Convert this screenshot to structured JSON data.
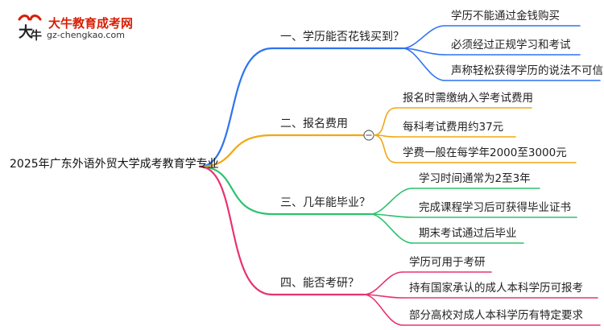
{
  "brand": {
    "logo_icon": "bull-logo-icon",
    "name": "大牛教育成考网",
    "url": "gz-chengkao.com"
  },
  "mindmap": {
    "root": "2025年广东外语外贸大学成考教育学专业",
    "collapse_icon": "minus-circle-icon",
    "branches": [
      {
        "label": "一、学历能否花钱买到？",
        "color": "#2f73f0",
        "leaves": [
          "学历不能通过金钱购买",
          "必须经过正规学习和考试",
          "声称轻松获得学历的说法不可信"
        ]
      },
      {
        "label": "二、报名费用",
        "color": "#f2a712",
        "leaves": [
          "报名时需缴纳入学考试费用",
          "每科考试费用约37元",
          "学费一般在每学年2000至3000元"
        ]
      },
      {
        "label": "三、几年能毕业？",
        "color": "#2ec16f",
        "leaves": [
          "学习时间通常为2至3年",
          "完成课程学习后可获得毕业证书",
          "期末考试通过后毕业"
        ]
      },
      {
        "label": "四、能否考研？",
        "color": "#e8336d",
        "leaves": [
          "学历可用于考研",
          "持有国家承认的成人本科学历可报考",
          "部分高校对成人本科学历有特定要求"
        ]
      }
    ]
  }
}
